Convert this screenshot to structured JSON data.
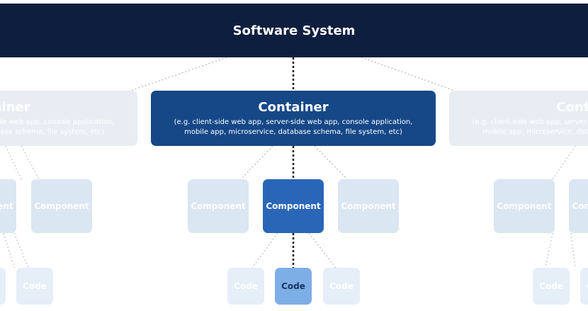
{
  "system": {
    "title": "Software System"
  },
  "containers": {
    "left": {
      "title": "Container",
      "desc_line1": "(e.g. client-side web app, server-side web app, console application,",
      "desc_line2": "mobile app, microservice, database schema, file system, etc)"
    },
    "center": {
      "title": "Container",
      "desc_line1": "(e.g. client-side web app, server-side web app, console application,",
      "desc_line2": "mobile app, microservice, database schema, file system, etc)"
    },
    "right": {
      "title": "Container",
      "desc_line1": "(e.g. client-side web app, server-side web app, console application,",
      "desc_line2": "mobile app, microservice, database schema, file system, etc)"
    }
  },
  "components": {
    "label": "Component"
  },
  "codes": {
    "label": "Code"
  },
  "colors": {
    "system_bg": "#0e1e3f",
    "active_container": "#164888",
    "active_component": "#2a66b7",
    "active_code": "#7eaee6",
    "faded": "#e8edf4"
  }
}
